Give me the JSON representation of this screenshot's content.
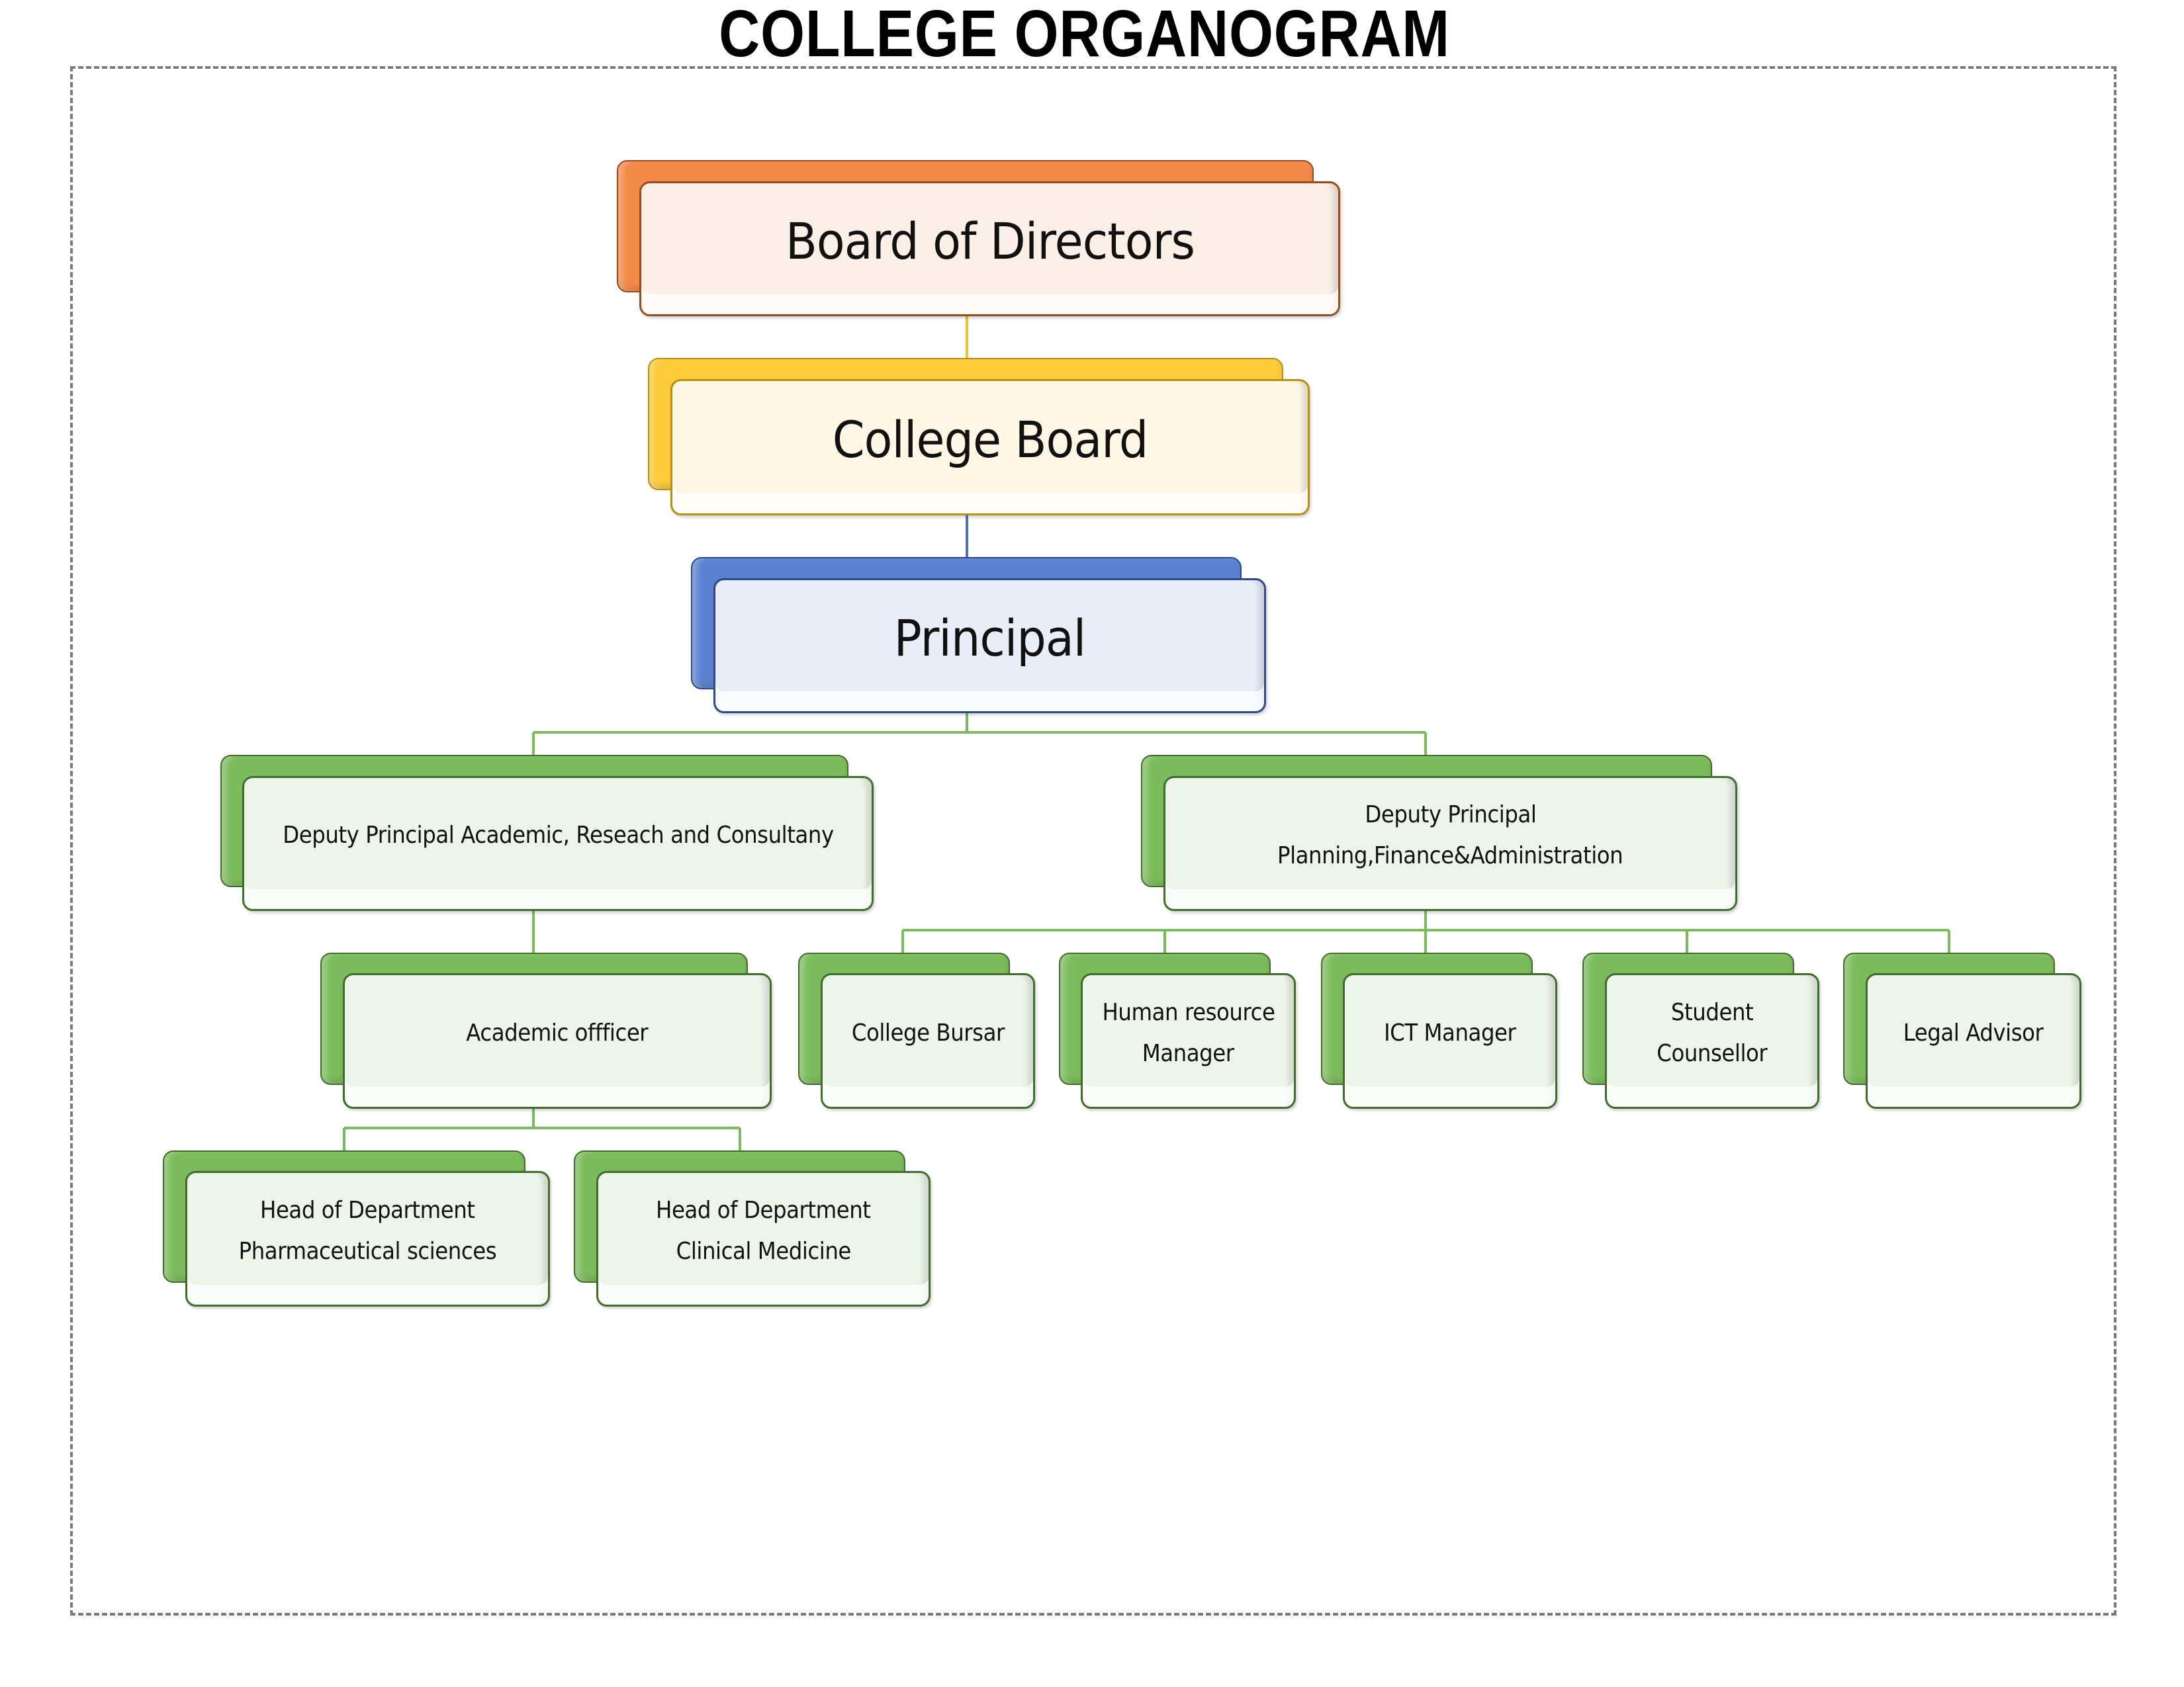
{
  "title": "COLLEGE ORGANOGRAM",
  "colors": {
    "orange": "#f28a4a",
    "orange_border": "#9a4a1c",
    "orange_fill": "#fbefe8",
    "yellow": "#fdca3a",
    "yellow_border": "#b8900e",
    "yellow_fill": "#fdf7e4",
    "blue": "#5a82d0",
    "blue_border": "#2c4a8a",
    "blue_fill": "#e8edf7",
    "green": "#7cbb5c",
    "green_border": "#3f6e2a",
    "green_fill": "#edf5ea",
    "connector_green": "#7cbb5c",
    "connector_yellow": "#f2c22c",
    "connector_blue": "#4a72c4"
  },
  "nodes": {
    "board_of_directors": {
      "lines": [
        "Board of Directors"
      ]
    },
    "college_board": {
      "lines": [
        "College Board"
      ]
    },
    "principal": {
      "lines": [
        "Principal"
      ]
    },
    "deputy_academic": {
      "lines": [
        "Deputy Principal  Academic, Reseach and  Consultany"
      ]
    },
    "deputy_planning": {
      "lines": [
        "Deputy Principal",
        "Planning,Finance&Administration"
      ]
    },
    "academic_officer": {
      "lines": [
        "Academic offficer"
      ]
    },
    "college_bursar": {
      "lines": [
        "College Bursar"
      ]
    },
    "hr_manager": {
      "lines": [
        "Human resource",
        "Manager"
      ]
    },
    "ict_manager": {
      "lines": [
        "ICT Manager"
      ]
    },
    "student_counsellor": {
      "lines": [
        "Student",
        "Counsellor"
      ]
    },
    "legal_advisor": {
      "lines": [
        "Legal Advisor"
      ]
    },
    "hod_pharma": {
      "lines": [
        "Head of Department",
        "Pharmaceutical sciences"
      ]
    },
    "hod_clinical": {
      "lines": [
        "Head of Department",
        "Clinical Medicine"
      ]
    }
  },
  "hierarchy": [
    {
      "parent": "board_of_directors",
      "children": [
        "college_board"
      ]
    },
    {
      "parent": "college_board",
      "children": [
        "principal"
      ]
    },
    {
      "parent": "principal",
      "children": [
        "deputy_academic",
        "deputy_planning"
      ]
    },
    {
      "parent": "deputy_academic",
      "children": [
        "academic_officer"
      ]
    },
    {
      "parent": "deputy_planning",
      "children": [
        "college_bursar",
        "hr_manager",
        "ict_manager",
        "student_counsellor",
        "legal_advisor"
      ]
    },
    {
      "parent": "academic_officer",
      "children": [
        "hod_pharma",
        "hod_clinical"
      ]
    }
  ]
}
